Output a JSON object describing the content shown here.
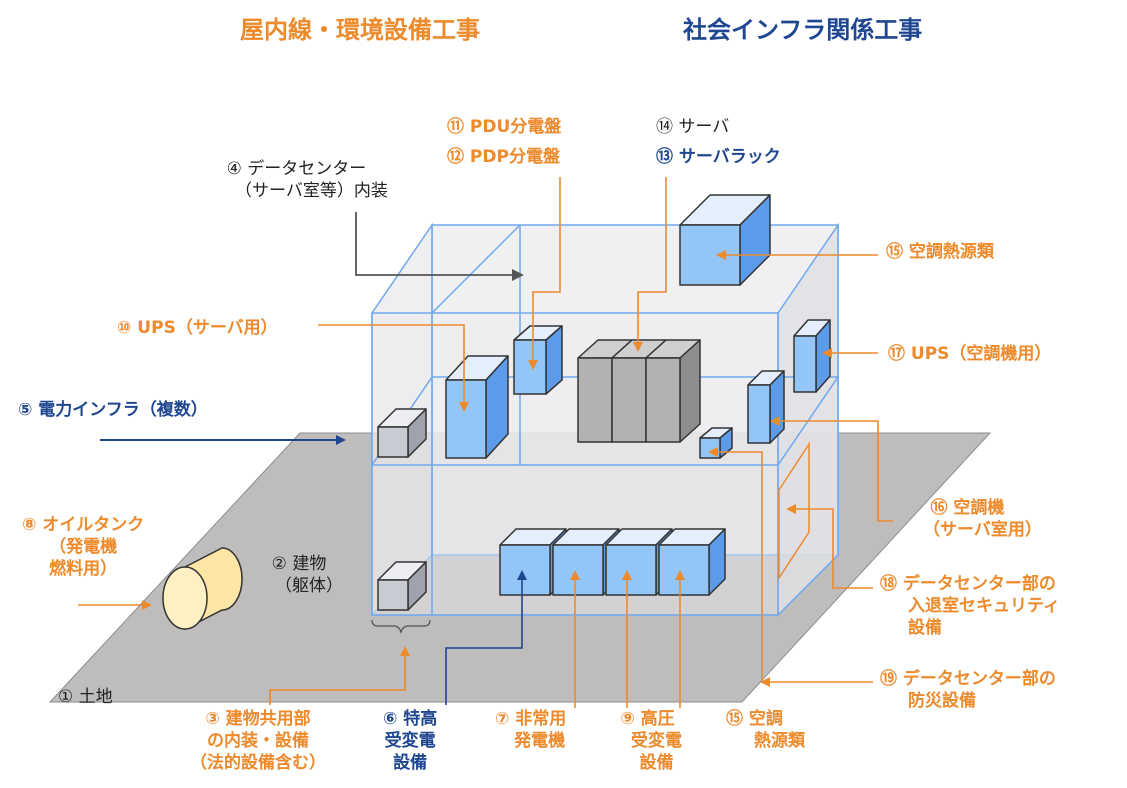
{
  "header": {
    "left_title": "屋内線・環境設備工事",
    "right_title": "社会インフラ関係工事"
  },
  "colors": {
    "orange": "#ed8a2c",
    "navy": "#1f4690",
    "light_blue": "#93c5f7",
    "gray_cabinet": "#b3b1b1",
    "ground": "#bfbcbc"
  },
  "labels": {
    "land": "① 土地",
    "building": [
      "② 建物",
      "（躯体）"
    ],
    "common": [
      "③ 建物共用部",
      "の内装・設備",
      "（法的設備含む）"
    ],
    "datacenter": [
      "④ データセンター",
      "（サーバ室等）内装"
    ],
    "power": "⑤ 電力インフラ（複数）",
    "substation_special": [
      "⑥ 特高",
      "受変電",
      "設備"
    ],
    "generator": [
      "⑦ 非常用",
      "発電機"
    ],
    "oil_tank": [
      "⑧ オイルタンク",
      "（発電機",
      "燃料用）"
    ],
    "substation_high": [
      "⑨ 高圧",
      "受変電",
      "設備"
    ],
    "ups_server": "⑩ UPS（サーバ用）",
    "pdu": "⑪ PDU分電盤",
    "pdp": "⑫ PDP分電盤",
    "rack": "⑬ サーバラック",
    "server": "⑭ サーバ",
    "hvac_heat_top": "⑮ 空調熱源類",
    "hvac_heat_bottom": [
      "⑮ 空調",
      "熱源類"
    ],
    "hvac_unit": [
      "⑯ 空調機",
      "（サーバ室用）"
    ],
    "ups_hvac": "⑰ UPS（空調機用）",
    "security": [
      "⑱ データセンター部の",
      "入退室セキュリティ",
      "設備"
    ],
    "fire": [
      "⑲ データセンター部の",
      "防災設備"
    ]
  }
}
